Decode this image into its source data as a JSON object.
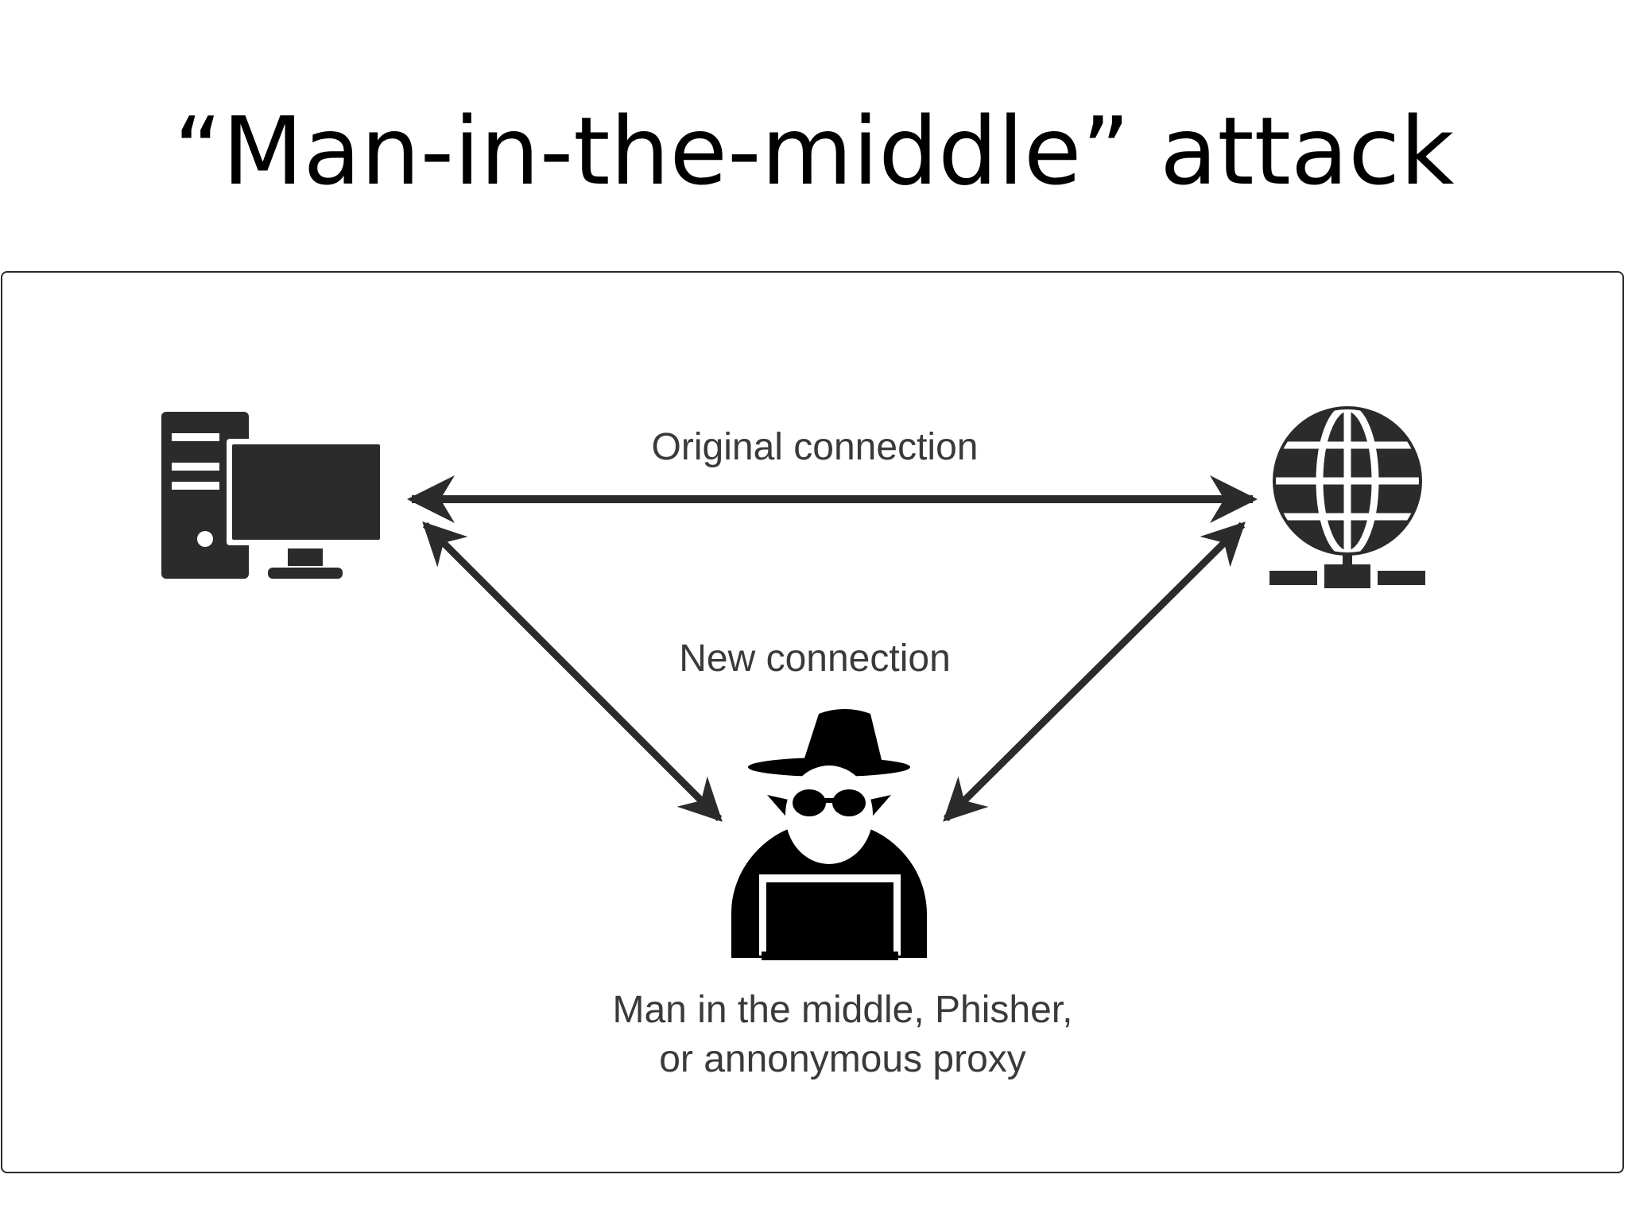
{
  "slide": {
    "title": "“Man-in-the-middle” attack"
  },
  "diagram": {
    "original_connection_label": "Original connection",
    "new_connection_label": "New connection",
    "attacker_label_line1": "Man in the middle, Phisher,",
    "attacker_label_line2": "or annonymous proxy",
    "icons": {
      "client": "desktop-computer-icon",
      "server": "globe-network-icon",
      "attacker": "hacker-spy-icon"
    },
    "colors": {
      "ink": "#2b2b2b",
      "label": "#3a3a3a",
      "frame": "#2b2b2b",
      "background": "#ffffff"
    }
  }
}
